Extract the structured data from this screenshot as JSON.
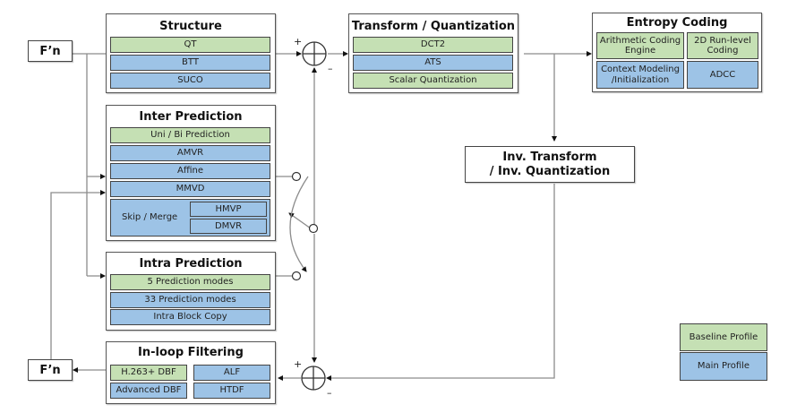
{
  "colors": {
    "baseline": "#c5e0b4",
    "main": "#9dc3e6",
    "wire": "#888888"
  },
  "frame_input": {
    "label": "F’n"
  },
  "frame_output": {
    "label": "F’n"
  },
  "structure": {
    "title": "Structure",
    "items": [
      {
        "label": "QT",
        "profile": "baseline"
      },
      {
        "label": "BTT",
        "profile": "main"
      },
      {
        "label": "SUCO",
        "profile": "main"
      }
    ]
  },
  "transform": {
    "title": "Transform / Quantization",
    "items": [
      {
        "label": "DCT2",
        "profile": "baseline"
      },
      {
        "label": "ATS",
        "profile": "main"
      },
      {
        "label": "Scalar Quantization",
        "profile": "baseline"
      }
    ]
  },
  "entropy": {
    "title": "Entropy Coding",
    "items": [
      {
        "label": "Arithmetic Coding Engine",
        "profile": "baseline"
      },
      {
        "label": "2D Run-level Coding",
        "profile": "baseline"
      },
      {
        "label": "Context Modeling /Initialization",
        "profile": "main"
      },
      {
        "label": "ADCC",
        "profile": "main"
      }
    ]
  },
  "inter": {
    "title": "Inter Prediction",
    "items": [
      {
        "label": "Uni / Bi Prediction",
        "profile": "baseline"
      },
      {
        "label": "AMVR",
        "profile": "main"
      },
      {
        "label": "Affine",
        "profile": "main"
      },
      {
        "label": "MMVD",
        "profile": "main"
      }
    ],
    "skip_merge": {
      "label": "Skip / Merge",
      "sub_items": [
        {
          "label": "HMVP",
          "profile": "main"
        },
        {
          "label": "DMVR",
          "profile": "main"
        }
      ]
    }
  },
  "intra": {
    "title": "Intra Prediction",
    "items": [
      {
        "label": "5 Prediction modes",
        "profile": "baseline"
      },
      {
        "label": "33 Prediction modes",
        "profile": "main"
      },
      {
        "label": "Intra Block Copy",
        "profile": "main"
      }
    ]
  },
  "inv_transform": {
    "line1": "Inv. Transform",
    "line2": "/ Inv. Quantization"
  },
  "inloop": {
    "title": "In-loop Filtering",
    "items": [
      {
        "label": "H.263+ DBF",
        "profile": "baseline"
      },
      {
        "label": "ALF",
        "profile": "main"
      },
      {
        "label": "Advanced DBF",
        "profile": "main"
      },
      {
        "label": "HTDF",
        "profile": "main"
      }
    ]
  },
  "adders": {
    "top": {
      "plus": "+",
      "minus": "–"
    },
    "bottom": {
      "plus": "+",
      "minus": "–"
    }
  },
  "legend": [
    {
      "label": "Baseline Profile",
      "profile": "baseline"
    },
    {
      "label": "Main Profile",
      "profile": "main"
    }
  ]
}
